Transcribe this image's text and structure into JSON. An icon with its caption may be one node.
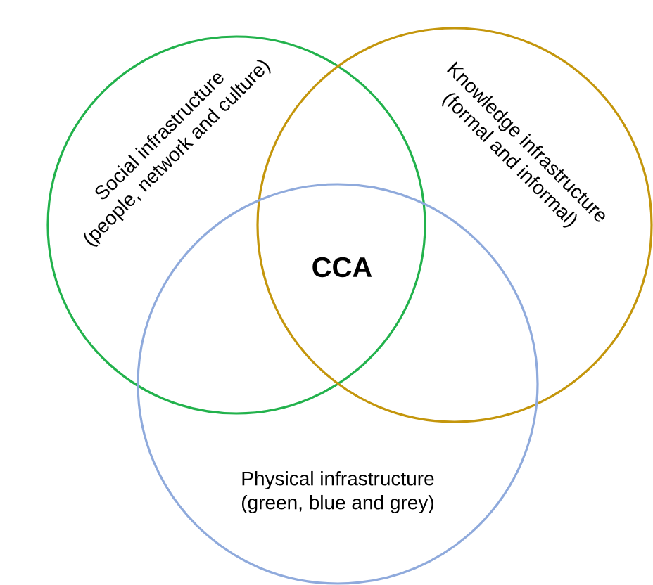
{
  "diagram": {
    "nodes": [
      {
        "text": [
          "Social infrastructure",
          "(people, network and culture)"
        ]
      },
      {
        "text": [
          "Knowledge infrastructure",
          "(formal and informal)"
        ]
      },
      {
        "text": [
          "Physical infrastructure",
          "(green, blue and grey)"
        ]
      }
    ],
    "labels": [
      "**CCA**"
    ]
  }
}
